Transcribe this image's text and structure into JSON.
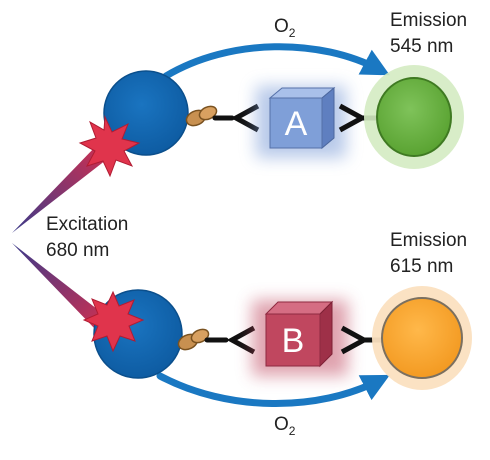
{
  "excitation": {
    "label": "Excitation",
    "wavelength": "680 nm"
  },
  "top": {
    "emission_label": "Emission",
    "emission_wavelength": "545 nm",
    "oxygen": "O",
    "oxygen_sub": "2",
    "cube_letter": "A",
    "cube_color": "#7f9fd8",
    "acceptor_color": "#6cb33f"
  },
  "bottom": {
    "emission_label": "Emission",
    "emission_wavelength": "615 nm",
    "oxygen": "O",
    "oxygen_sub": "2",
    "cube_letter": "B",
    "cube_color": "#c0475f",
    "acceptor_color": "#f5a533"
  },
  "colors": {
    "donor": "#1566b0",
    "arrow": "#1a78c2",
    "burst": "#e0344c"
  }
}
